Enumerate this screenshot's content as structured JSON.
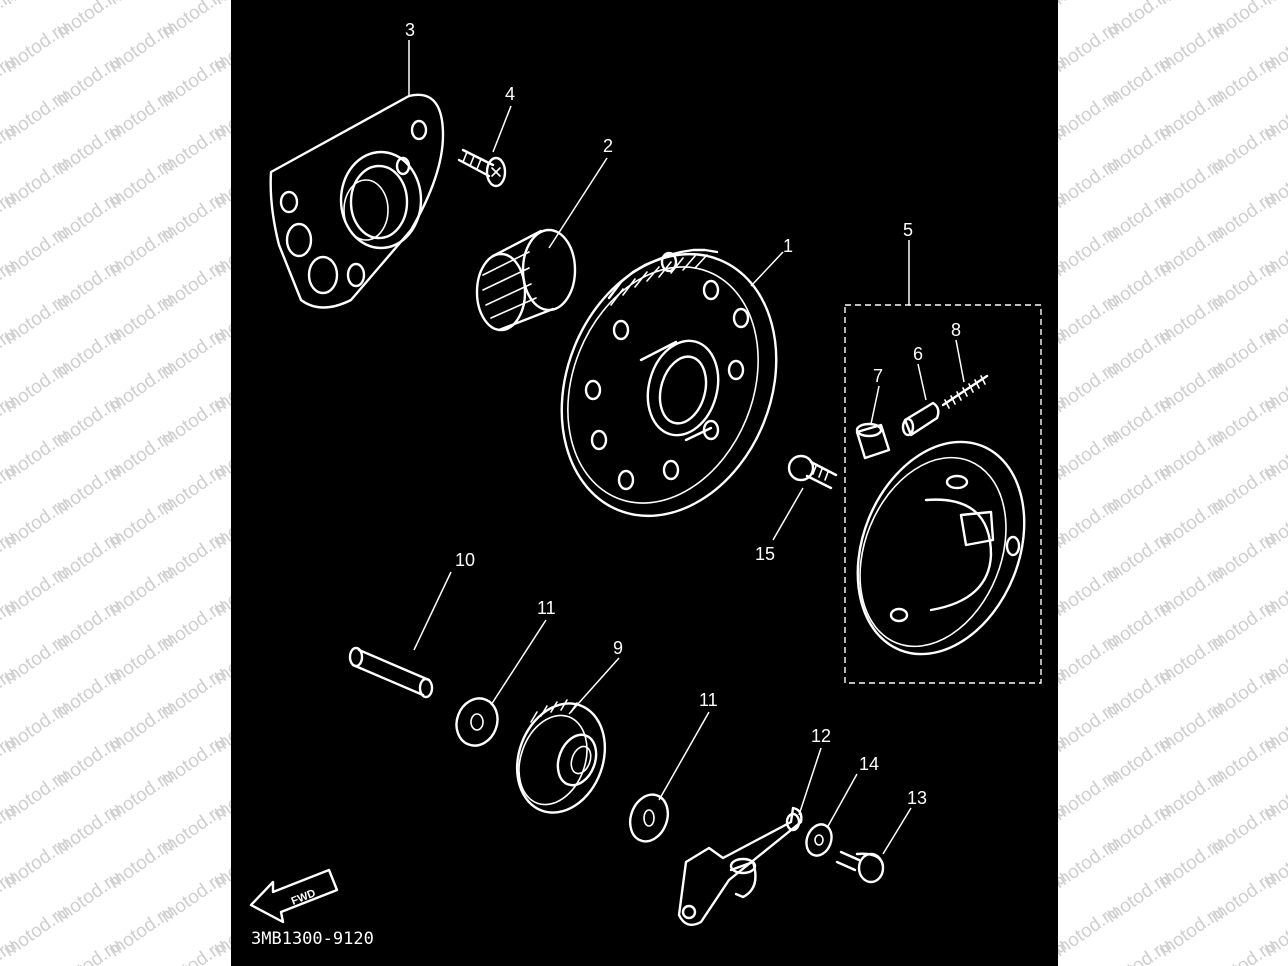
{
  "watermark": {
    "text": "motod.ru",
    "color": "#cfcfcf"
  },
  "diagram": {
    "background": "#000000",
    "line_color": "#ffffff",
    "catalog_number": "3MB1300-9120",
    "fwd_label": "FWD",
    "callouts": [
      "1",
      "2",
      "3",
      "4",
      "5",
      "6",
      "7",
      "8",
      "9",
      "10",
      "11",
      "11",
      "12",
      "13",
      "14",
      "15"
    ]
  }
}
